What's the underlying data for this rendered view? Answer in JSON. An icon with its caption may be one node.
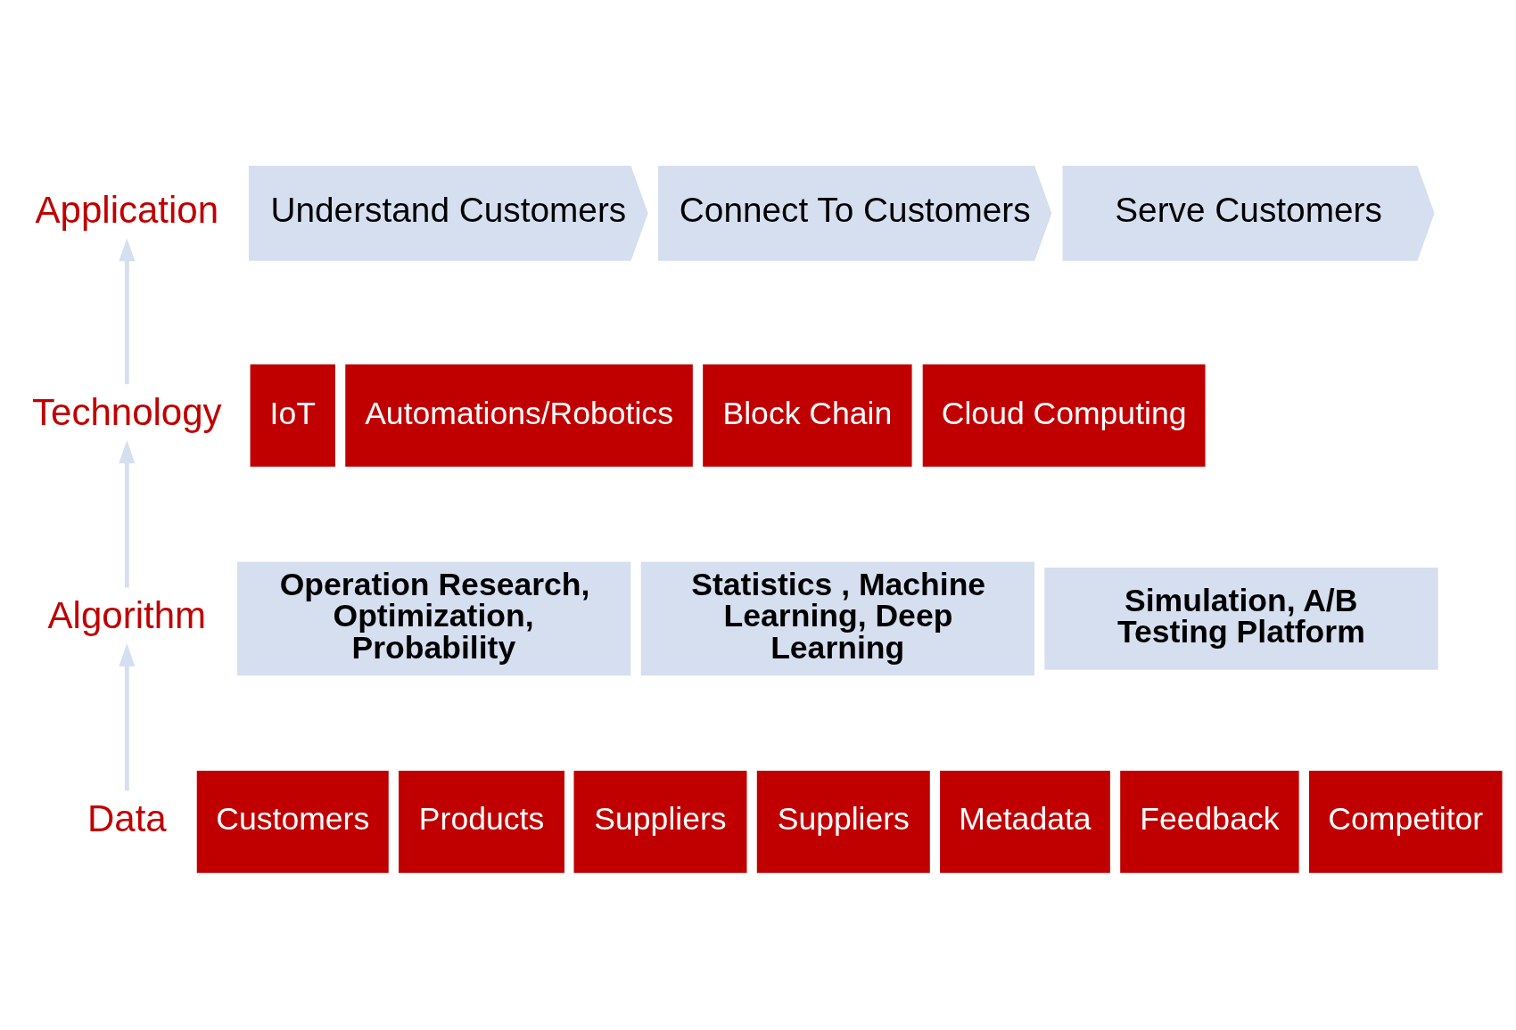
{
  "diagram": {
    "nodes": [
      {
        "text": [
          "Application"
        ]
      },
      {
        "text": [
          "Understand Customers"
        ]
      },
      {
        "text": [
          "Connect To Customers"
        ]
      },
      {
        "text": [
          "Serve Customers"
        ]
      },
      {
        "text": [
          "Technology"
        ]
      },
      {
        "text": [
          "IoT"
        ]
      },
      {
        "text": [
          "Automations/Robotics"
        ]
      },
      {
        "text": [
          "Block Chain"
        ]
      },
      {
        "text": [
          "Cloud Computing"
        ]
      },
      {
        "text": [
          "Algorithm"
        ]
      },
      {
        "text": [
          "Operation Research, Optimization, Probability"
        ]
      },
      {
        "text": [
          "Statistics , Machine Learning, Deep Learning"
        ]
      },
      {
        "text": [
          "Simulation, A/B Testing Platform"
        ]
      },
      {
        "text": [
          "Data"
        ]
      },
      {
        "text": [
          "Customers"
        ]
      },
      {
        "text": [
          "Products"
        ]
      },
      {
        "text": [
          "Suppliers"
        ]
      },
      {
        "text": [
          "Suppliers"
        ]
      },
      {
        "text": [
          "Metadata"
        ]
      },
      {
        "text": [
          "Feedback"
        ]
      },
      {
        "text": [
          "Competitor"
        ]
      }
    ],
    "edges": [
      {
        "from": 13,
        "to": 9,
        "arrow": "to",
        "color": "#d6dff0"
      },
      {
        "from": 9,
        "to": 4,
        "arrow": "to",
        "color": "#d6dff0"
      },
      {
        "from": 4,
        "to": 0,
        "arrow": "to",
        "color": "#d6dff0"
      }
    ]
  }
}
